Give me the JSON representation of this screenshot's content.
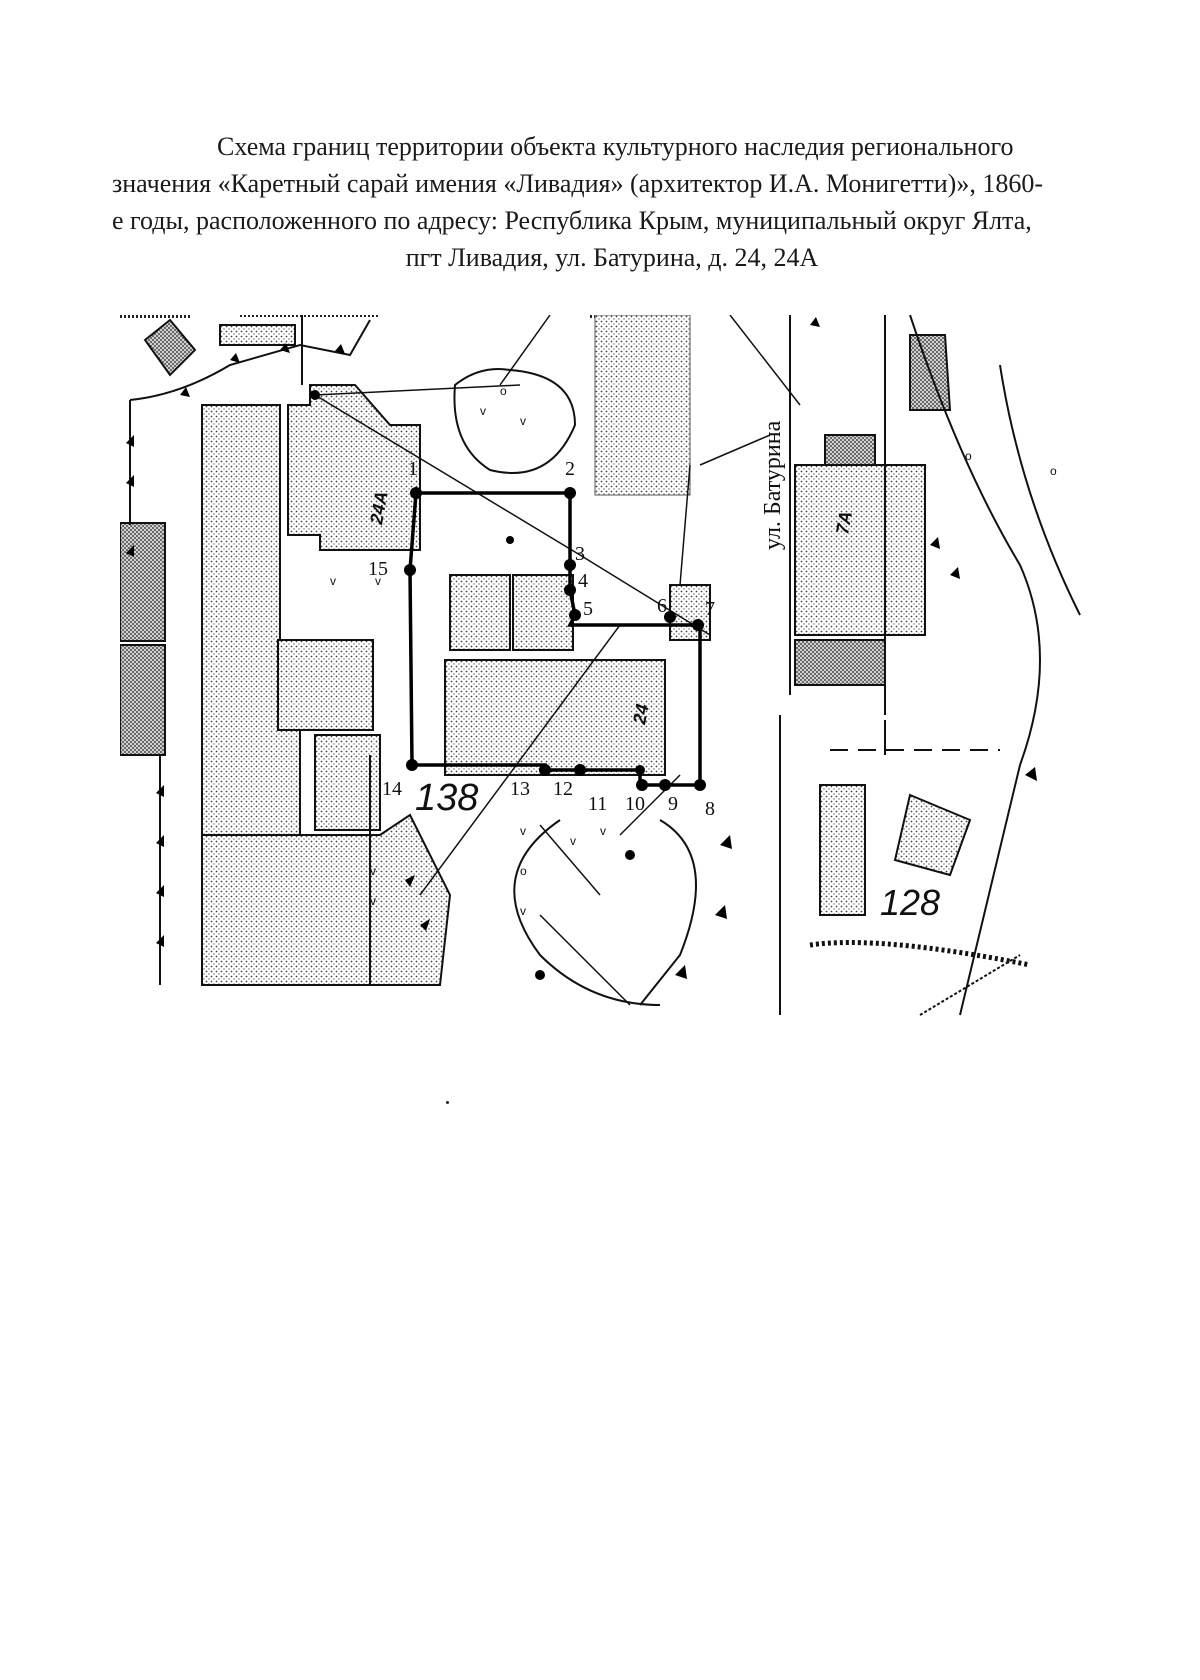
{
  "title_lines": [
    "Схема границ территории объекта культурного наследия регионального",
    "значения «Каретный сарай имения «Ливадия» (архитектор И.А. Монигетти)», 1860-",
    "е годы, расположенного по адресу: Республика Крым, муниципальный округ Ялта,",
    "пгт Ливадия, ул. Батурина, д. 24, 24А"
  ],
  "map": {
    "street_label": "ул. Батурина",
    "parcel_labels": [
      "138",
      "128"
    ],
    "building_labels": [
      "24А",
      "24",
      "7А"
    ],
    "boundary_points": [
      "1",
      "2",
      "3",
      "4",
      "5",
      "6",
      "7",
      "8",
      "9",
      "10",
      "11",
      "12",
      "13",
      "14",
      "15"
    ],
    "colors": {
      "line": "#111111",
      "hatch": "#555555"
    }
  }
}
